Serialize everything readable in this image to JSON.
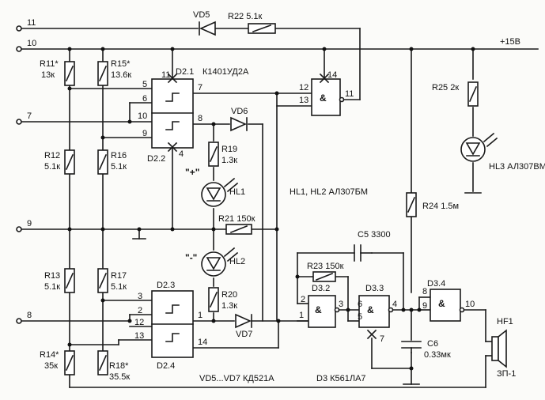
{
  "terminals": {
    "t11": "11",
    "t10": "10",
    "t7": "7",
    "t9": "9",
    "t8": "8"
  },
  "supply": "+15В",
  "resistors": {
    "r11": {
      "name": "R11*",
      "value": "13к"
    },
    "r15": {
      "name": "R15*",
      "value": "13.6к"
    },
    "r12": {
      "name": "R12",
      "value": "5.1к"
    },
    "r16": {
      "name": "R16",
      "value": "5.1к"
    },
    "r13": {
      "name": "R13",
      "value": "5.1к"
    },
    "r17": {
      "name": "R17",
      "value": "5.1к"
    },
    "r14": {
      "name": "R14*",
      "value": "35к"
    },
    "r18": {
      "name": "R18*",
      "value": "35.5к"
    },
    "r19": {
      "name": "R19",
      "value": "1.3к"
    },
    "r20": {
      "name": "R20",
      "value": "1.3к"
    },
    "r21": "R21 150к",
    "r22": "R22 5.1к",
    "r23": "R23 150к",
    "r24": "R24 1.5м",
    "r25": "R25 2к"
  },
  "chips": {
    "d21": "D2.1",
    "d21_type": "К1401УД2А",
    "d22": "D2.2",
    "d23": "D2.3",
    "d24": "D2.4",
    "d32": "D3.2",
    "d33": "D3.3",
    "d34": "D3.4"
  },
  "diodes": {
    "vd5": "VD5",
    "vd6": "VD6",
    "vd7": "VD7"
  },
  "leds": {
    "hl1": "HL1",
    "hl2": "HL2",
    "hl3": "HL3 АЛ307ВМ",
    "plus": "\"+\"",
    "minus": "\"-\""
  },
  "caps": {
    "c5": "C5 3300",
    "c6": "C6",
    "c6_value": "0.33мк"
  },
  "speaker": {
    "name": "HF1",
    "type": "ЗП-1"
  },
  "notes": {
    "hl12": "HL1, HL2 АЛ307БМ",
    "vd": "VD5...VD7 КД521А",
    "d3": "D3  К561ЛА7"
  },
  "pins": {
    "d2_5": "5",
    "d2_6": "6",
    "d2_10": "10",
    "d2_9": "9",
    "d2_11": "11",
    "d2_7": "7",
    "d2_8": "8",
    "d2_4": "4",
    "d2_3": "3",
    "d2_2": "2",
    "d2_12": "12",
    "d2_13": "13",
    "d2_1": "1",
    "d2_14": "14",
    "g12": "12",
    "g13": "13",
    "g14": "14",
    "g11": "11",
    "d32_1": "1",
    "d32_2": "2",
    "d32_3": "3",
    "d33_6": "6",
    "d33_5": "5",
    "d33_4": "4",
    "d33_7": "7",
    "d34_8": "8",
    "d34_9": "9",
    "d34_10": "10"
  }
}
